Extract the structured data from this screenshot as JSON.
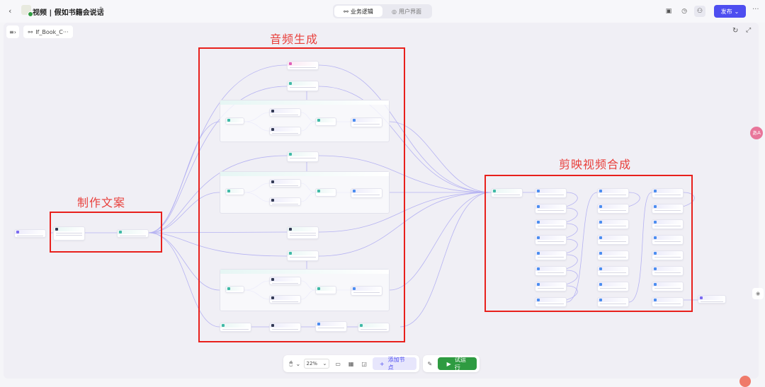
{
  "header": {
    "back_icon": "‹",
    "title": "视频 | 假如书籍会说话",
    "edit_icon": "✎",
    "tabs": [
      {
        "icon": "⚯",
        "label": "业务逻辑",
        "active": true
      },
      {
        "icon": "◎",
        "label": "用户界面",
        "active": false
      }
    ],
    "publish_label": "发布",
    "publish_caret": "⌄",
    "more_icon": "···",
    "accent": "#4e4ef0"
  },
  "canvas": {
    "menu_icon": "≡›",
    "workflow_name": "If_Book_C···",
    "workflow_icon": "⚯",
    "refresh_icon": "↻",
    "expand_icon": "⤢"
  },
  "annotations": {
    "copywriting": "制作文案",
    "audio": "音频生成",
    "video": "剪映视频合成",
    "color": "#e8201c"
  },
  "toolbar": {
    "mouse_icon": "🖱",
    "caret": "⌄",
    "zoom_value": "22%",
    "comment_icon": "▭",
    "layout_icon": "▦",
    "minimap_icon": "◲",
    "add_node_icon": "+",
    "add_node_label": "添加节点",
    "debug_icon": "✎",
    "run_icon": "▶",
    "run_label": "试运行",
    "run_color": "#2e9b41"
  },
  "floating": {
    "translate_icon": "あA",
    "assistant_icon": "◉"
  }
}
